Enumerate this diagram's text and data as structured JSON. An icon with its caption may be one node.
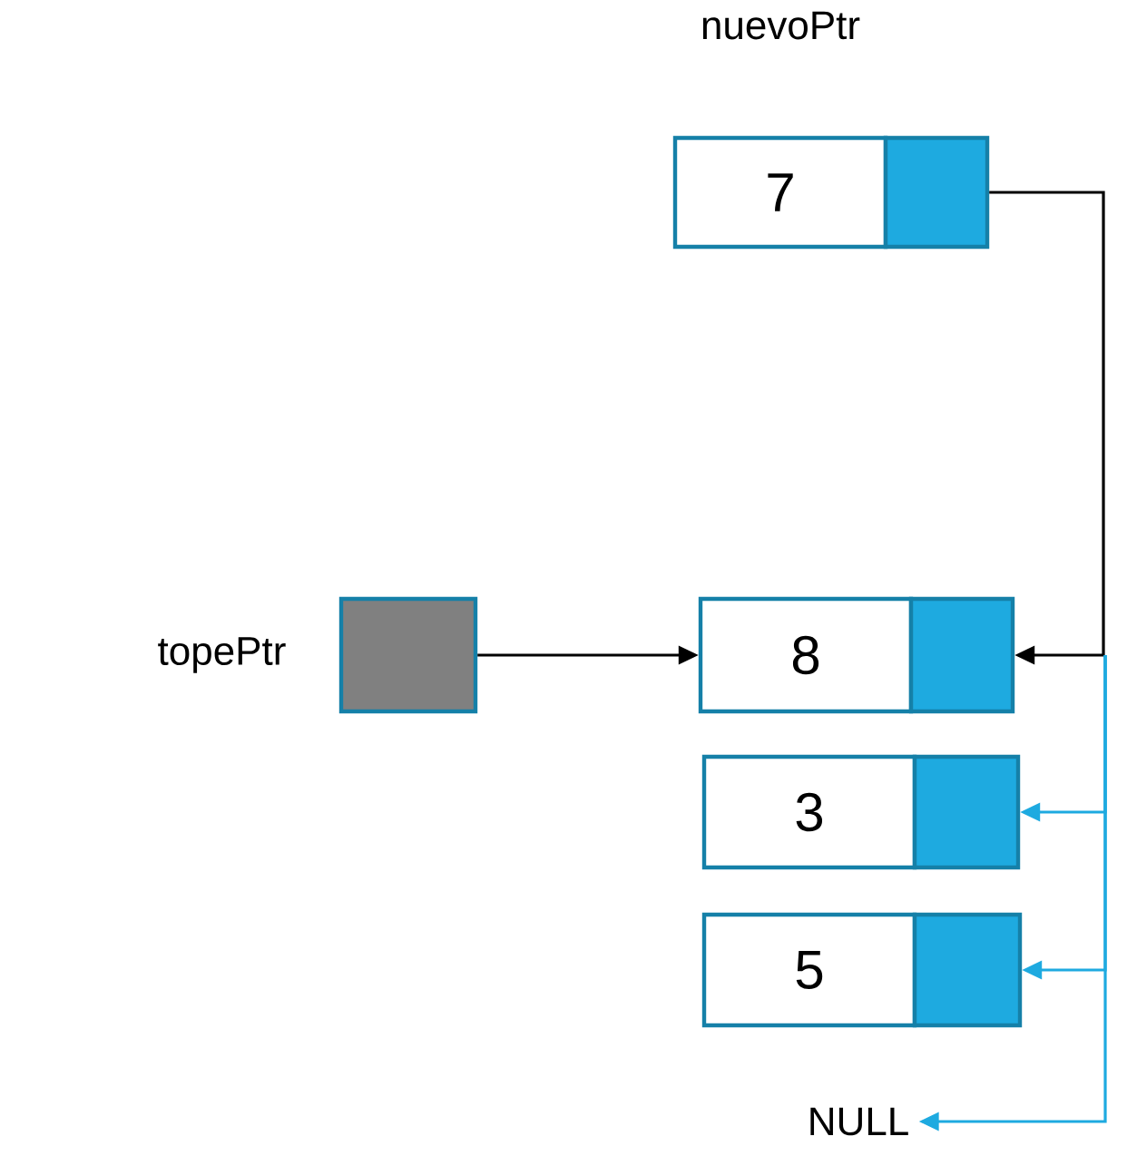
{
  "diagram": {
    "nodes": [
      {
        "text": [
          "7"
        ],
        "beside": [
          "nuevoPtr"
        ]
      },
      {
        "text": [],
        "shape": "box"
      },
      {
        "text": [],
        "shape": "box",
        "beside": [
          "topePtr"
        ]
      },
      {
        "text": [
          "8"
        ]
      },
      {
        "text": [],
        "shape": "box"
      },
      {
        "text": [
          "3"
        ]
      },
      {
        "text": [],
        "shape": "box"
      },
      {
        "text": [
          "5"
        ]
      },
      {
        "text": [],
        "shape": "box"
      },
      {
        "text": [
          "NULL"
        ]
      }
    ],
    "edges": [
      {
        "from": 1,
        "to": 4,
        "arrow": "to",
        "color": "#000000"
      },
      {
        "from": 2,
        "to": 3,
        "arrow": "to",
        "color": "#000000"
      },
      {
        "from": null,
        "to": 6,
        "arrow": "to",
        "color": "#1eaae0"
      },
      {
        "from": null,
        "to": 8,
        "arrow": "to",
        "color": "#1eaae0"
      },
      {
        "from": null,
        "to": 9,
        "arrow": "to",
        "color": "#1eaae0"
      }
    ]
  }
}
